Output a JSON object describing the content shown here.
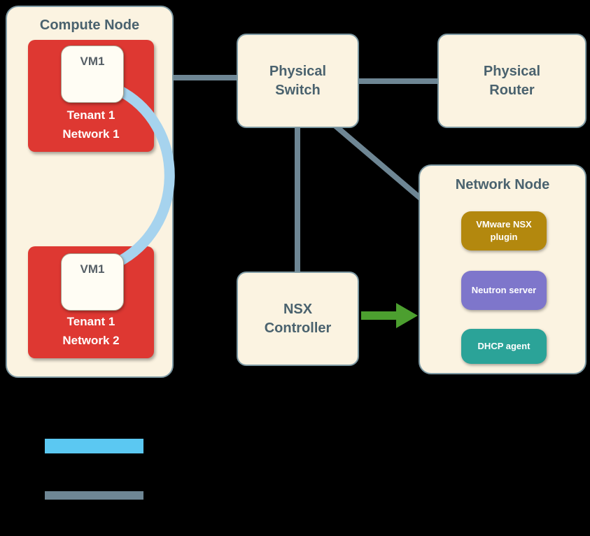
{
  "compute_node": {
    "title": "Compute Node",
    "tenants": [
      {
        "vm_label": "VM1",
        "name_line1": "Tenant 1",
        "name_line2": "Network 1"
      },
      {
        "vm_label": "VM1",
        "name_line1": "Tenant 1",
        "name_line2": "Network 2"
      }
    ]
  },
  "physical_switch": {
    "label": "Physical Switch"
  },
  "physical_router": {
    "label": "Physical Router"
  },
  "nsx_controller": {
    "label": "NSX Controller"
  },
  "network_node": {
    "title": "Network Node",
    "components": [
      {
        "label": "VMware NSX plugin",
        "color": "#B3880E"
      },
      {
        "label": "Neutron server",
        "color": "#7E76CB"
      },
      {
        "label": "DHCP agent",
        "color": "#2BA398"
      }
    ]
  },
  "legend": {
    "items": [
      {
        "swatch": "blue-bar",
        "color": "#5BC8F2"
      },
      {
        "swatch": "gray-bar",
        "color": "#6E8694"
      }
    ]
  },
  "colors": {
    "background": "#000000",
    "node_fill": "#FBF3E1",
    "node_border": "#7D99A3",
    "node_text": "#4A626E",
    "tenant_red": "#DE3832",
    "vm_fill": "#FFFDF4",
    "connector_gray": "#6E8694",
    "tunnel_blue": "#A6D3EE",
    "arrow_green": "#4C9F2F"
  }
}
